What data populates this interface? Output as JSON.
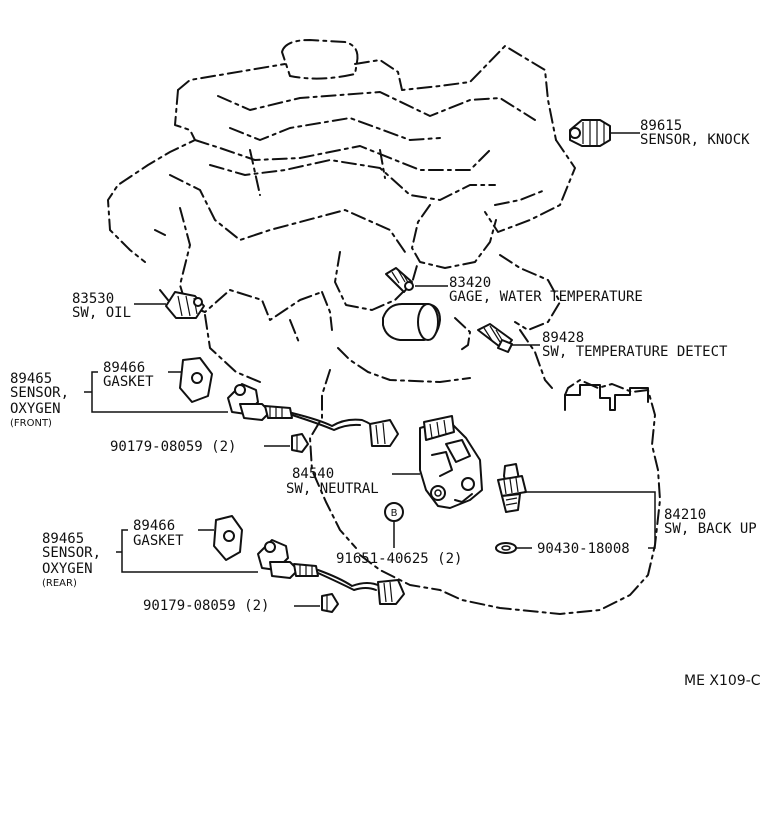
{
  "callouts": {
    "knock": {
      "number": "89615",
      "name": "SENSOR, KNOCK"
    },
    "water_gage": {
      "number": "83420",
      "name": "GAGE, WATER TEMPERATURE"
    },
    "temp_detect": {
      "number": "89428",
      "name": "SW, TEMPERATURE DETECT"
    },
    "oil": {
      "number": "83530",
      "name": "SW, OIL"
    },
    "gasket_front": {
      "number": "89466",
      "name": "GASKET"
    },
    "oxygen_front": {
      "number": "89465",
      "line1": "SENSOR,",
      "line2": "OXYGEN",
      "sub": "(FRONT)"
    },
    "nut_front": {
      "text": "90179-08059 (2)"
    },
    "neutral": {
      "number": "84540",
      "name": "SW, NEUTRAL"
    },
    "bolt_b": {
      "text": "91651-40625 (2)",
      "badge": "B"
    },
    "back_up": {
      "number": "84210",
      "name": "SW, BACK UP"
    },
    "washer": {
      "text": "90430-18008"
    },
    "gasket_rear": {
      "number": "89466",
      "name": "GASKET"
    },
    "oxygen_rear": {
      "number": "89465",
      "line1": "SENSOR,",
      "line2": "OXYGEN",
      "sub": "(REAR)"
    },
    "nut_rear": {
      "text": "90179-08059 (2)"
    }
  },
  "reference_code": "ME  X109-C",
  "style": {
    "ink": "#111111",
    "paper": "#ffffff"
  }
}
